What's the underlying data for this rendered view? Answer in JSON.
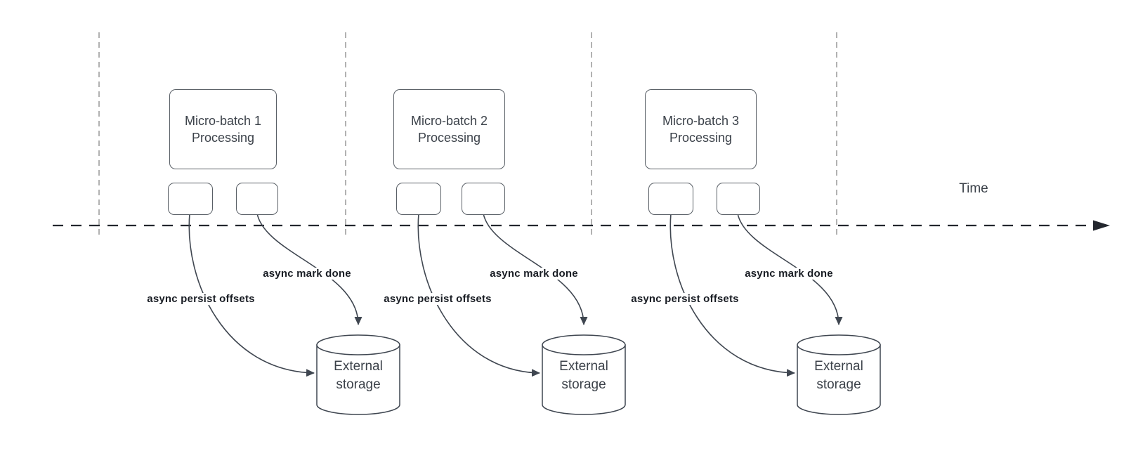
{
  "diagram": {
    "time_axis": {
      "label": "Time"
    },
    "groups": [
      {
        "processing_box": {
          "line1": "Micro-batch 1",
          "line2": "Processing"
        },
        "persist_label": "async persist offsets",
        "mark_done_label": "async mark done",
        "storage": {
          "line1": "External",
          "line2": "storage"
        }
      },
      {
        "processing_box": {
          "line1": "Micro-batch 2",
          "line2": "Processing"
        },
        "persist_label": "async persist offsets",
        "mark_done_label": "async mark done",
        "storage": {
          "line1": "External",
          "line2": "storage"
        }
      },
      {
        "processing_box": {
          "line1": "Micro-batch 3",
          "line2": "Processing"
        },
        "persist_label": "async persist offsets",
        "mark_done_label": "async mark done",
        "storage": {
          "line1": "External",
          "line2": "storage"
        }
      }
    ],
    "colors": {
      "background": "#ffffff",
      "shape_stroke": "#595f66",
      "shape_text": "#3c424a",
      "connector": "#3f4650",
      "timeline": "#23272e",
      "gridline": "#a9a9a9",
      "label_text": "#191d24"
    }
  }
}
